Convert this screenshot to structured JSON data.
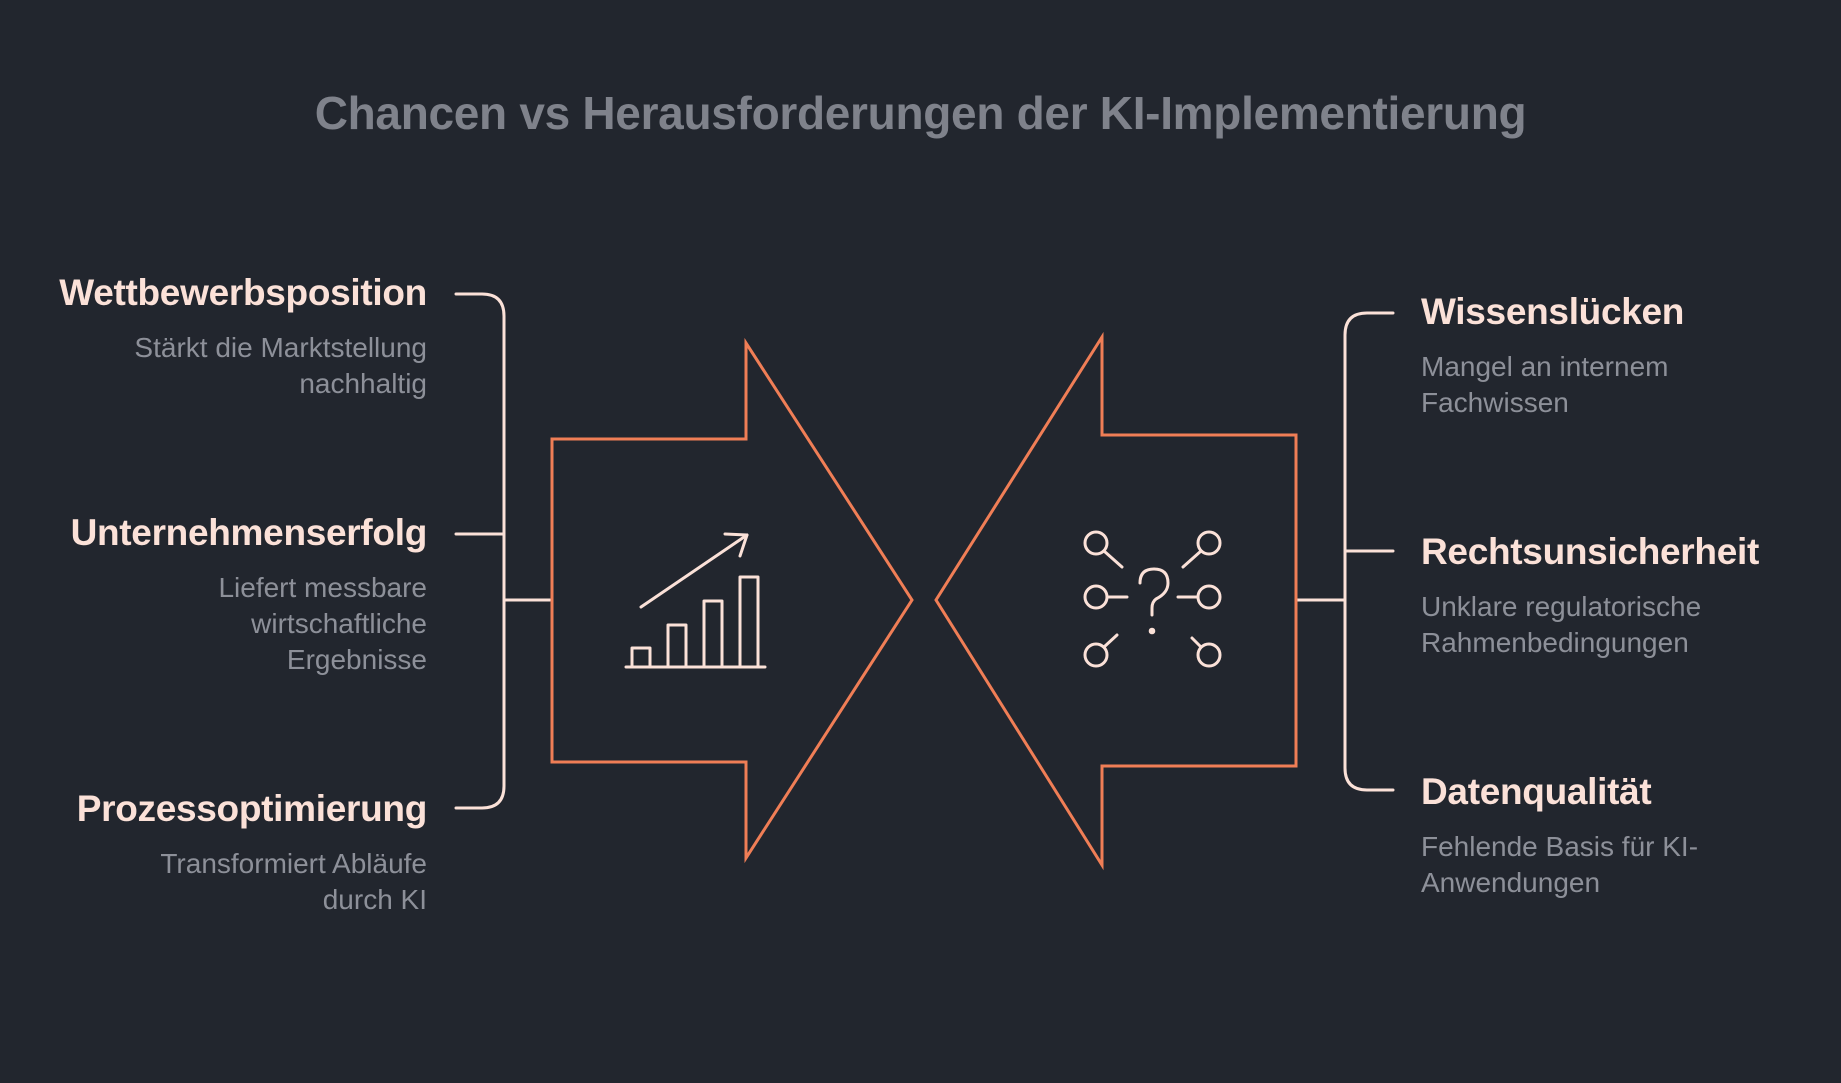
{
  "title": "Chancen vs Herausforderungen der KI-Implementierung",
  "colors": {
    "background": "#22262e",
    "arrow_stroke": "#f07e56",
    "bracket_stroke": "#fbe1d8",
    "heading_text": "#fbe1d8",
    "description_text": "#8d9099",
    "title_text": "#7f828b"
  },
  "left_arrow": {
    "icon": "growth-chart-icon"
  },
  "right_arrow": {
    "icon": "question-network-icon"
  },
  "opportunities": [
    {
      "heading": "Wettbewerbsposition",
      "description": "Stärkt die Marktstellung nachhaltig"
    },
    {
      "heading": "Unternehmenserfolg",
      "description": "Liefert messbare wirtschaftliche Ergebnisse"
    },
    {
      "heading": "Prozessoptimierung",
      "description": "Transformiert Abläufe durch KI"
    }
  ],
  "challenges": [
    {
      "heading": "Wissenslücken",
      "description": "Mangel an internem Fachwissen"
    },
    {
      "heading": "Rechtsunsicherheit",
      "description": "Unklare regulatorische Rahmenbedingungen"
    },
    {
      "heading": "Datenqualität",
      "description": "Fehlende Basis für KI-Anwendungen"
    }
  ]
}
